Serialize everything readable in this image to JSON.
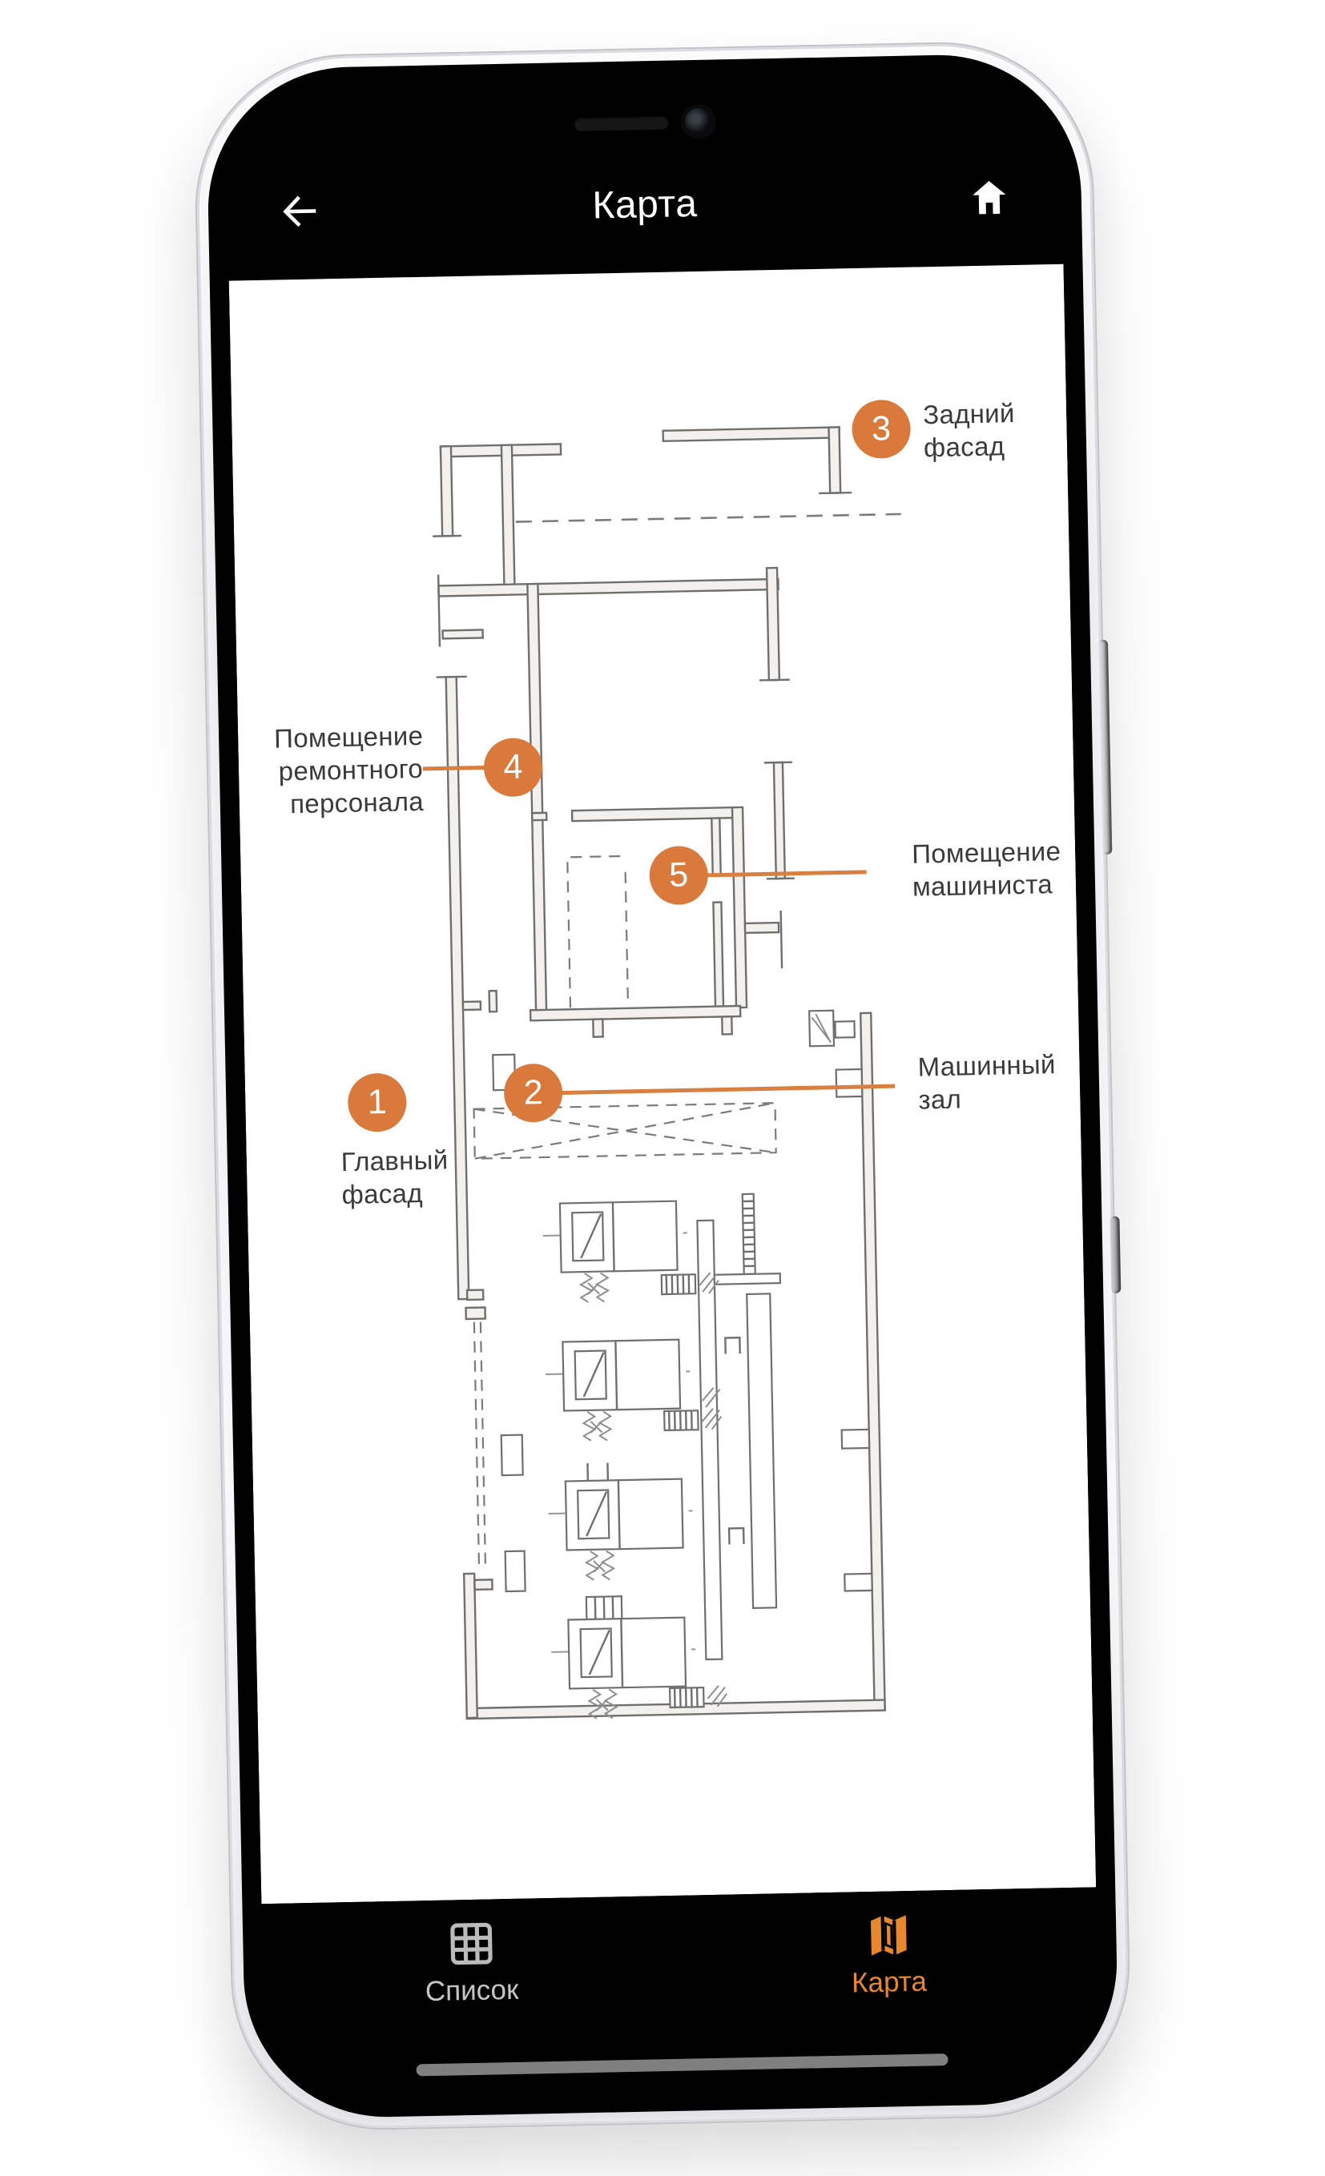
{
  "header": {
    "title": "Карта"
  },
  "plan": {
    "labels": [
      {
        "num": "1",
        "lines": [
          "Главный",
          "фасад"
        ]
      },
      {
        "num": "2",
        "lines": [
          "Машинный",
          "зал"
        ]
      },
      {
        "num": "3",
        "lines": [
          "Задний",
          "фасад"
        ]
      },
      {
        "num": "4",
        "lines": [
          "Помещение",
          "ремонтного",
          "персонала"
        ]
      },
      {
        "num": "5",
        "lines": [
          "Помещение",
          "машиниста"
        ]
      }
    ]
  },
  "tabbar": {
    "tabs": [
      {
        "label": "Список"
      },
      {
        "label": "Карта"
      }
    ]
  },
  "colors": {
    "accent_badge": "#D97A3C",
    "accent_line": "#D98040",
    "tab_active": "#E8872E",
    "tab_inactive": "#C6C6C6"
  }
}
